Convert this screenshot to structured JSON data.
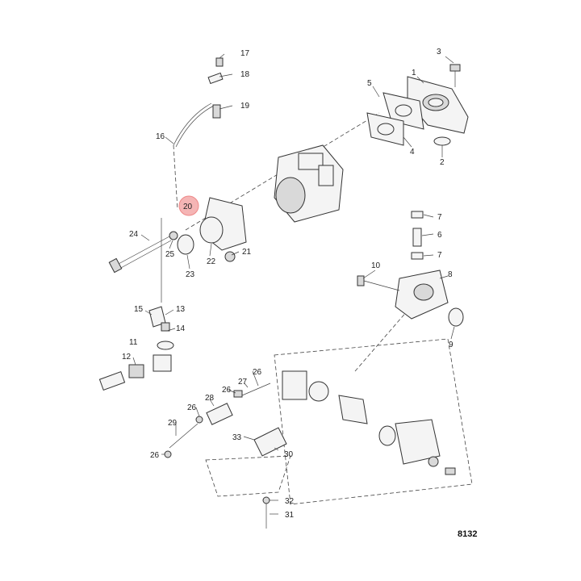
{
  "figure_number": "8132",
  "highlighted_callout": "20",
  "colors": {
    "highlight": "#f5b5b5",
    "line": "#444444"
  },
  "callouts": {
    "c1": "1",
    "c2": "2",
    "c3": "3",
    "c4": "4",
    "c5": "5",
    "c6": "6",
    "c7a": "7",
    "c7b": "7",
    "c8": "8",
    "c9": "9",
    "c10": "10",
    "c11": "11",
    "c12": "12",
    "c13": "13",
    "c14": "14",
    "c15": "15",
    "c16": "16",
    "c17": "17",
    "c18": "18",
    "c19": "19",
    "c20": "20",
    "c21": "21",
    "c22": "22",
    "c23": "23",
    "c24": "24",
    "c25": "25",
    "c26a": "26",
    "c26b": "26",
    "c26c": "26",
    "c27": "27",
    "c28": "28",
    "c29": "29",
    "c30": "30",
    "c31": "31",
    "c32": "32",
    "c33": "33"
  }
}
